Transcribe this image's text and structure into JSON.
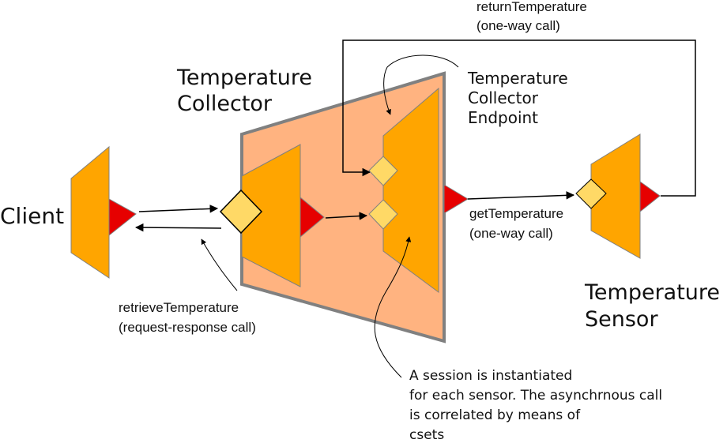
{
  "labels": {
    "client": "Client",
    "collector_title_line1": "Temperature",
    "collector_title_line2": "Collector",
    "endpoint_line1": "Temperature",
    "endpoint_line2": "Collector",
    "endpoint_line3": "Endpoint",
    "sensor_line1": "Temperature",
    "sensor_line2": "Sensor",
    "return_call_line1": "returnTemperature",
    "return_call_line2": "(one-way call)",
    "get_call_line1": "getTemperature",
    "get_call_line2": "(one-way call)",
    "retrieve_call_line1": "retrieveTemperature",
    "retrieve_call_line2": "(request-response call)",
    "note_line1": "A session is instantiated",
    "note_line2": "for each sensor. The asynchrnous call",
    "note_line3": "is correlated by means of",
    "note_line4": "csets"
  },
  "colors": {
    "orange": "#FFA500",
    "salmon": "#FFB380",
    "red": "#E60000",
    "yellow": "#FFD966",
    "grey_border": "#808080"
  }
}
